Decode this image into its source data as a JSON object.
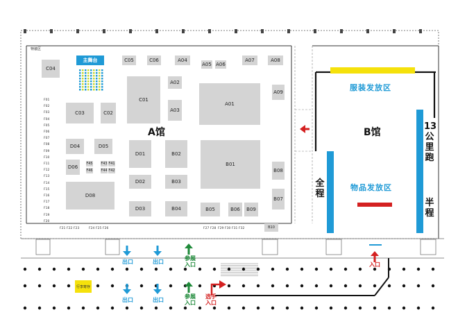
{
  "hall_a": {
    "name": "A馆",
    "stage": "主舞台",
    "special": "特装区",
    "booths_large": [
      "C04",
      "C03",
      "C02",
      "C01",
      "A01",
      "A02",
      "A03",
      "D04",
      "D05",
      "D06",
      "D01",
      "B02",
      "B01",
      "D08",
      "D02",
      "B03",
      "D03",
      "B04",
      "B05",
      "B06",
      "B09"
    ],
    "booths_top": [
      "C05",
      "C06",
      "A04",
      "A05",
      "A06",
      "A07",
      "A08",
      "A09",
      "B08",
      "B07",
      "B10"
    ],
    "booths_mid_small": [
      "F45",
      "F43",
      "F41",
      "F46",
      "F44",
      "F42"
    ],
    "booths_f_column": [
      "F01",
      "F02",
      "F03",
      "F04",
      "F05",
      "F06",
      "F07",
      "F08",
      "F09",
      "F10",
      "F11",
      "F12",
      "F13",
      "F14",
      "F15",
      "F16",
      "F17",
      "F18",
      "F19",
      "F20"
    ],
    "booths_bottom_row": [
      "F21",
      "F22",
      "F23",
      "F24",
      "F25",
      "F26",
      "F27",
      "F28",
      "F29",
      "F30",
      "F31",
      "F32"
    ]
  },
  "hall_b": {
    "name": "B馆",
    "clothing_zone": "服装发放区",
    "items_zone": "物品发放区",
    "full_marathon": "全程",
    "thirteen_km": "13公里跑",
    "half_marathon": "半程"
  },
  "gates": {
    "exit": "出口",
    "visitor_entrance": "参展入口",
    "runner_entrance": "选手入口",
    "entrance": "入口",
    "luggage": "行李寄存"
  },
  "colors": {
    "accent_blue": "#1f9ad6",
    "green": "#1f8a3a",
    "red": "#d42020",
    "yellow": "#f5e10b",
    "booth_gray": "#d4d4d4"
  }
}
